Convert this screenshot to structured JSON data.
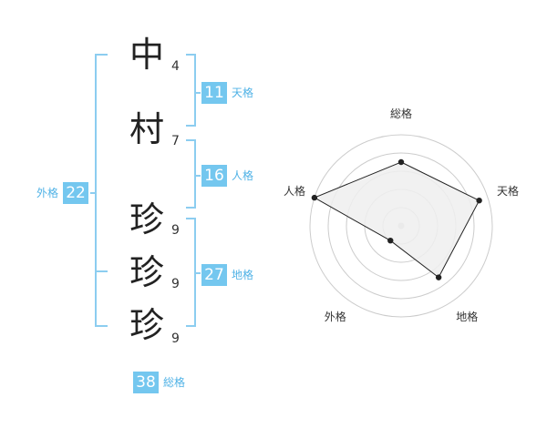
{
  "name": {
    "chars": [
      {
        "char": "中",
        "strokes": "4"
      },
      {
        "char": "村",
        "strokes": "7"
      },
      {
        "char": "珍",
        "strokes": "9"
      },
      {
        "char": "珍",
        "strokes": "9"
      },
      {
        "char": "珍",
        "strokes": "9"
      }
    ]
  },
  "fortunes": {
    "tenkaku": {
      "value": "11",
      "label": "天格"
    },
    "jinkaku": {
      "value": "16",
      "label": "人格"
    },
    "chikaku": {
      "value": "27",
      "label": "地格"
    },
    "gaikaku": {
      "value": "22",
      "label": "外格"
    },
    "soukaku": {
      "value": "38",
      "label": "総格"
    }
  },
  "colors": {
    "accent": "#74c7ef",
    "accent_text": "#4fb2e6",
    "bracket": "#8ccdf0",
    "ring": "#cccccc",
    "polygon_fill": "#eeeeee",
    "polygon_stroke": "#222222"
  },
  "chart_data": {
    "type": "radar",
    "axes": [
      "総格",
      "天格",
      "地格",
      "外格",
      "人格"
    ],
    "values": [
      3.5,
      4.5,
      3.5,
      1.0,
      5.0
    ],
    "rmax": 5,
    "rings": 5
  }
}
